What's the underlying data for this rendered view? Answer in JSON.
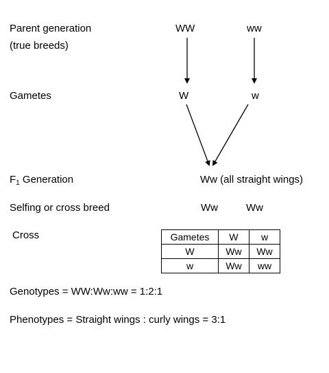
{
  "labels": {
    "parent_generation": "Parent generation",
    "true_breeds": "(true breeds)",
    "gametes": "Gametes",
    "f1_letter": "F",
    "f1_sub": "1",
    "f1_rest": " Generation",
    "selfing": "Selfing or cross breed",
    "cross": "Cross"
  },
  "parents": {
    "left": "WW",
    "right": "ww"
  },
  "gametes": {
    "left": "W",
    "right": "w"
  },
  "f1": {
    "result": "Ww (all straight wings)"
  },
  "selfing": {
    "left": "Ww",
    "right": "Ww"
  },
  "punnett": {
    "header": [
      "Gametes",
      "W",
      "w"
    ],
    "rows": [
      [
        "W",
        "Ww",
        "Ww"
      ],
      [
        "w",
        "Ww",
        "ww"
      ]
    ]
  },
  "ratios": {
    "genotypes": "Genotypes = WW:Ww:ww = 1:2:1",
    "phenotypes": "Phenotypes = Straight wings : curly wings = 3:1"
  }
}
